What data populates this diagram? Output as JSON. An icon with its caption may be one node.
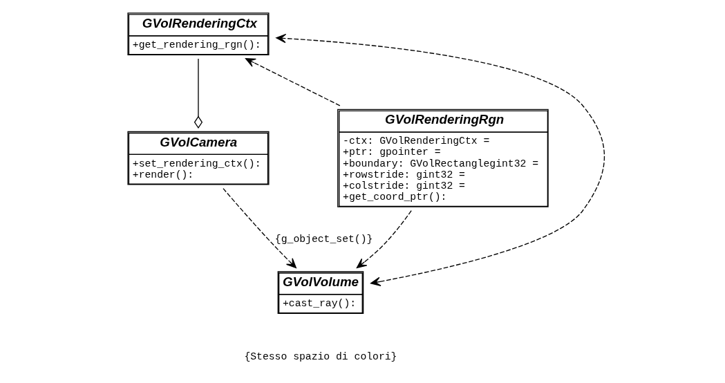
{
  "diagram": {
    "nodes": [
      {
        "text": [
          "GVolRenderingCtx",
          "+get_rendering_rgn():"
        ]
      },
      {
        "text": [
          "GVolRenderingRgn",
          "-ctx: GVolRenderingCtx =",
          "+ptr: gpointer =",
          "+boundary: GVolRectanglegint32 =",
          "+rowstride: gint32 =",
          "+colstride: gint32 =",
          "+get_coord_ptr():"
        ]
      },
      {
        "text": [
          "GVolCamera",
          "+set_rendering_ctx():",
          "+render():"
        ]
      },
      {
        "text": [
          "GVolVolume",
          "+cast_ray():"
        ]
      }
    ],
    "edges": [
      {
        "from": 0,
        "to": 2,
        "arrow": "other"
      },
      {
        "from": 1,
        "to": 0,
        "arrow": "to",
        "style": "dashed"
      },
      {
        "from": 2,
        "to": 3,
        "arrow": "to",
        "style": "dashed",
        "label": "{g_object_set()}"
      },
      {
        "from": 1,
        "to": 3,
        "arrow": "to",
        "style": "dashed"
      },
      {
        "from": 3,
        "to": 0,
        "arrow": "both",
        "style": "dashed"
      }
    ],
    "labels": [
      "{Stesso spazio di colori}"
    ]
  }
}
